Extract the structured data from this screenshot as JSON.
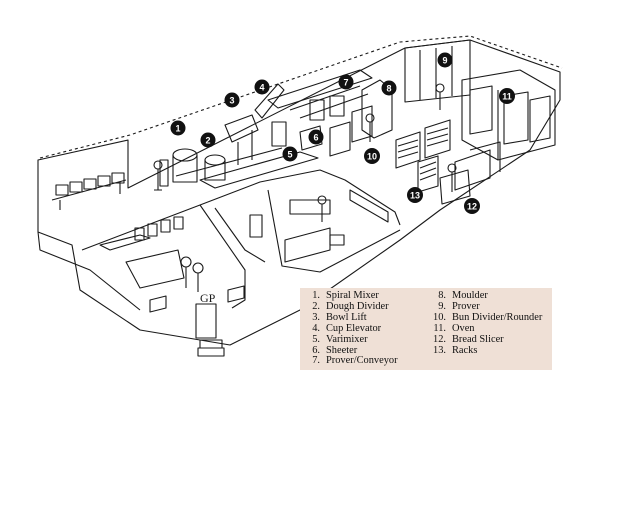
{
  "markers": [
    "1",
    "2",
    "3",
    "4",
    "5",
    "6",
    "7",
    "8",
    "9",
    "10",
    "11",
    "12",
    "13"
  ],
  "legend": {
    "left": [
      {
        "num": "1.",
        "label": "Spiral Mixer"
      },
      {
        "num": "2.",
        "label": "Dough Divider"
      },
      {
        "num": "3.",
        "label": "Bowl Lift"
      },
      {
        "num": "4.",
        "label": "Cup Elevator"
      },
      {
        "num": "5.",
        "label": "Varimixer"
      },
      {
        "num": "6.",
        "label": "Sheeter"
      },
      {
        "num": "7.",
        "label": "Prover/Conveyor"
      }
    ],
    "right": [
      {
        "num": "8.",
        "label": "Moulder"
      },
      {
        "num": "9.",
        "label": "Prover"
      },
      {
        "num": "10.",
        "label": "Bun Divider/Rounder"
      },
      {
        "num": "11.",
        "label": "Oven"
      },
      {
        "num": "12.",
        "label": "Bread Slicer"
      },
      {
        "num": "13.",
        "label": "Racks"
      }
    ]
  },
  "colors": {
    "ink": "#1a1a1a",
    "legend_bg": "#efe0d6",
    "marker": "#111111"
  }
}
